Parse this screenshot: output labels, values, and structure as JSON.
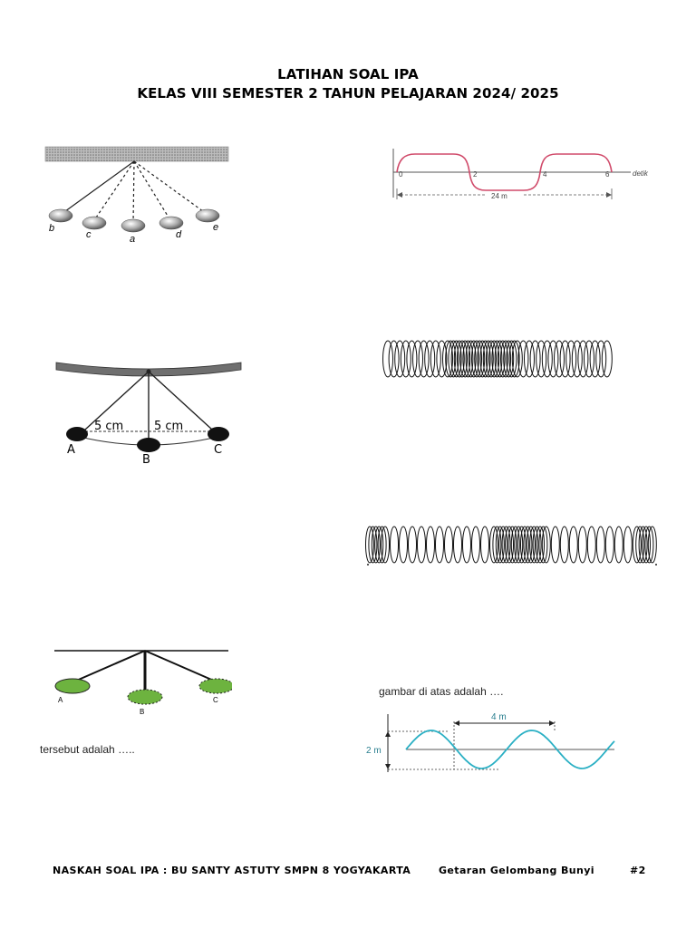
{
  "header": {
    "title": "LATIHAN SOAL IPA",
    "subtitle": "KELAS VIII SEMESTER 2 TAHUN PELAJARAN 2024/ 2025"
  },
  "figure_pendulum_five": {
    "labels": [
      "b",
      "c",
      "a",
      "d",
      "e"
    ]
  },
  "figure_wave_graph": {
    "ticks": [
      "0",
      "2",
      "4",
      "6"
    ],
    "unit": "detik",
    "distance": "24 m"
  },
  "figure_pendulum_abc": {
    "dist_left": "5 cm",
    "dist_right": "5 cm",
    "labels": [
      "A",
      "B",
      "C"
    ]
  },
  "figure_pendulum_green": {
    "labels": [
      "A",
      "B",
      "C"
    ],
    "color": "#6db33f"
  },
  "texts": {
    "left_note": "tersebut adalah …..",
    "right_note": "gambar di atas adalah …."
  },
  "figure_sine": {
    "wavelength_label": "4 m",
    "amplitude_label": "2 m",
    "color": "#2bb0c4"
  },
  "footer": {
    "left": "NASKAH SOAL IPA : BU SANTY ASTUTY SMPN 8 YOGYAKARTA",
    "middle": "Getaran Gelombang Bunyi",
    "right": "#2"
  }
}
